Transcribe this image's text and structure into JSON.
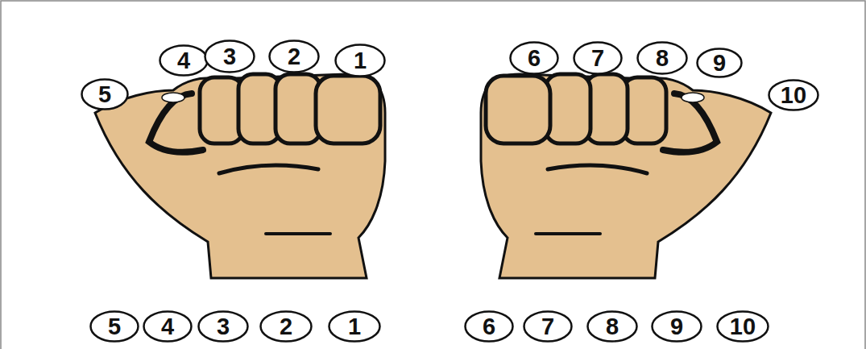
{
  "diagram": {
    "nodes": [
      {
        "text": [
          "4"
        ]
      },
      {
        "text": [
          "3"
        ]
      },
      {
        "text": [
          "2"
        ]
      },
      {
        "text": [
          "1"
        ]
      },
      {
        "text": [
          "6"
        ]
      },
      {
        "text": [
          "7"
        ]
      },
      {
        "text": [
          "8"
        ]
      },
      {
        "text": [
          "9"
        ]
      },
      {
        "text": [
          "5"
        ]
      },
      {
        "text": [
          "10"
        ]
      },
      {
        "text": [
          "5"
        ]
      },
      {
        "text": [
          "4"
        ]
      },
      {
        "text": [
          "3"
        ]
      },
      {
        "text": [
          "2"
        ]
      },
      {
        "text": [
          "1"
        ]
      },
      {
        "text": [
          "6"
        ]
      },
      {
        "text": [
          "7"
        ]
      },
      {
        "text": [
          "8"
        ]
      },
      {
        "text": [
          "9"
        ]
      },
      {
        "text": [
          "10"
        ]
      }
    ]
  }
}
